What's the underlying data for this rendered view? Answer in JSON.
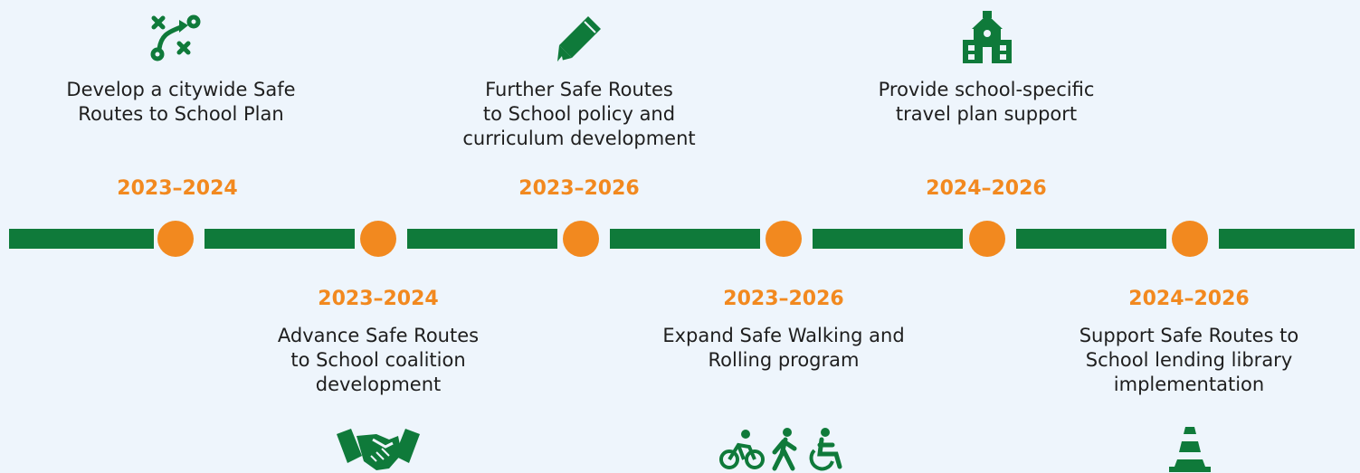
{
  "colors": {
    "green": "#0f7a3a",
    "orange": "#f2891f",
    "background": "#eef5fc"
  },
  "milestones": [
    {
      "years": "2023–2024",
      "title": "Develop a citywide Safe\nRoutes to School Plan",
      "icon": "strategy-plan-icon"
    },
    {
      "years": "2023–2024",
      "title": "Advance Safe Routes\nto School coalition\ndevelopment",
      "icon": "handshake-icon"
    },
    {
      "years": "2023–2026",
      "title": "Further Safe Routes\nto School policy and\ncurriculum development",
      "icon": "pencil-icon"
    },
    {
      "years": "2023–2026",
      "title": "Expand Safe Walking and\nRolling program",
      "icon": "bike-walk-wheelchair-icons"
    },
    {
      "years": "2024–2026",
      "title": "Provide school-specific\ntravel plan support",
      "icon": "schoolhouse-icon"
    },
    {
      "years": "2024–2026",
      "title": "Support Safe Routes to\nSchool lending library\nimplementation",
      "icon": "traffic-cone-icon"
    }
  ]
}
